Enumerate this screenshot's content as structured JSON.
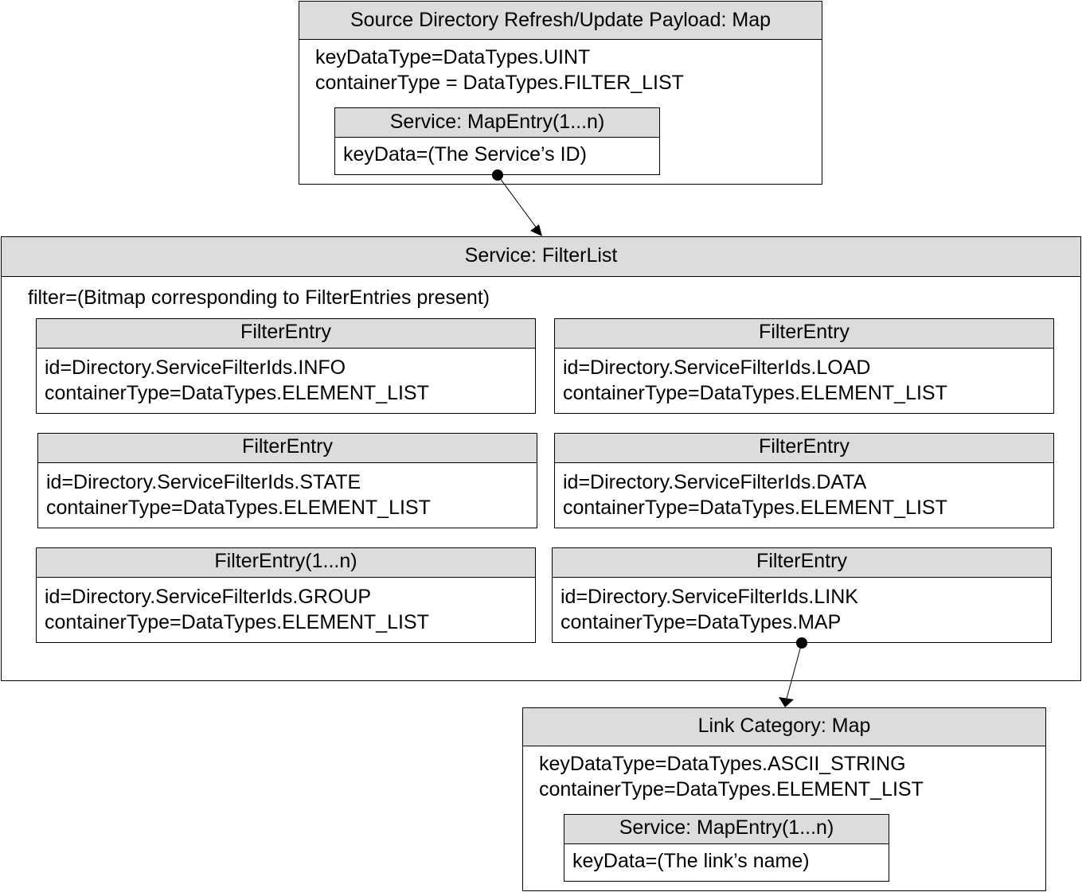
{
  "payload_map": {
    "title": "Source Directory Refresh/Update Payload: Map",
    "key_data_type": "keyDataType=DataTypes.UINT",
    "container_type": "containerType = DataTypes.FILTER_LIST",
    "entry": {
      "title": "Service: MapEntry(1...n)",
      "key_data": "keyData=(The Service’s ID)"
    }
  },
  "filter_list": {
    "title": "Service: FilterList",
    "filter": "filter=(Bitmap corresponding to FilterEntries present)",
    "entries": [
      {
        "title": "FilterEntry",
        "id": "id=Directory.ServiceFilterIds.INFO",
        "container_type": "containerType=DataTypes.ELEMENT_LIST"
      },
      {
        "title": "FilterEntry",
        "id": "id=Directory.ServiceFilterIds.LOAD",
        "container_type": "containerType=DataTypes.ELEMENT_LIST"
      },
      {
        "title": "FilterEntry",
        "id": "id=Directory.ServiceFilterIds.STATE",
        "container_type": "containerType=DataTypes.ELEMENT_LIST"
      },
      {
        "title": "FilterEntry",
        "id": "id=Directory.ServiceFilterIds.DATA",
        "container_type": "containerType=DataTypes.ELEMENT_LIST"
      },
      {
        "title": "FilterEntry(1...n)",
        "id": "id=Directory.ServiceFilterIds.GROUP",
        "container_type": "containerType=DataTypes.ELEMENT_LIST"
      },
      {
        "title": "FilterEntry",
        "id": "id=Directory.ServiceFilterIds.LINK",
        "container_type": "containerType=DataTypes.MAP"
      }
    ]
  },
  "link_category": {
    "title": "Link Category: Map",
    "key_data_type": "keyDataType=DataTypes.ASCII_STRING",
    "container_type": "containerType=DataTypes.ELEMENT_LIST",
    "entry": {
      "title": "Service: MapEntry(1...n)",
      "key_data": "keyData=(The link’s name)"
    }
  },
  "colors": {
    "header_fill": "#dcdcdc",
    "border": "#000000",
    "background": "#ffffff"
  }
}
